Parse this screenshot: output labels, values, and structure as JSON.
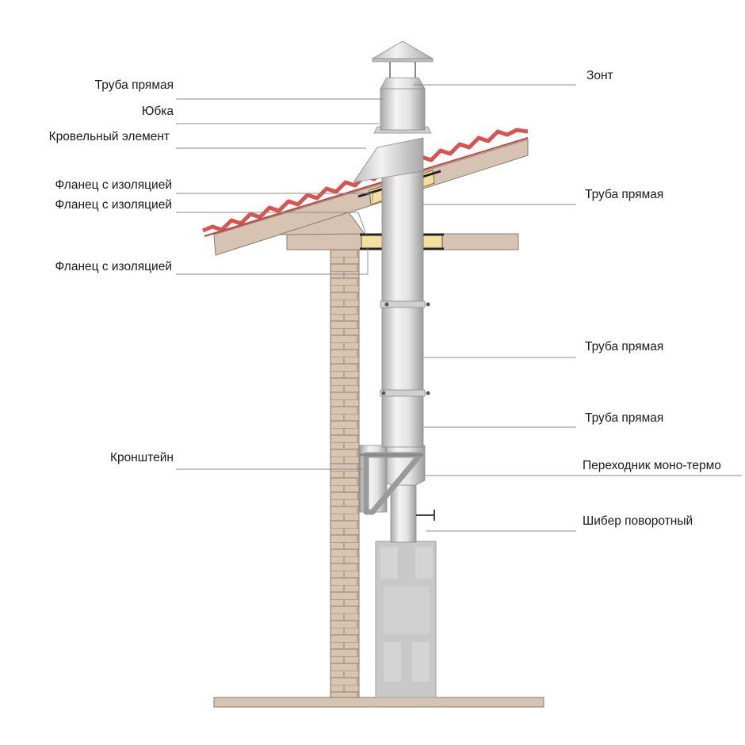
{
  "diagram": {
    "labels_left": [
      "Труба прямая",
      "Юбка",
      "Кровельный элемент",
      "Фланец с изоляцией",
      "Фланец с изоляцией",
      "Фланец с изоляцией",
      "Кронштейн"
    ],
    "labels_right": [
      "Зонт",
      "Труба прямая",
      "Труба прямая",
      "Труба прямая",
      "Переходник моно-термо",
      "Шибер поворотный"
    ],
    "colors": {
      "wood": "#d6c3b1",
      "wood_edge": "#8c7a6a",
      "roof_tile": "#d9534f",
      "brick": "#d8c3b0",
      "brick_mortar": "#a89483",
      "steel_light": "#e6e6e6",
      "steel_dark": "#9a9a9a",
      "insulation": "#f3df9e",
      "stove": "#c8c8c8",
      "leader": "#8a8a8a"
    }
  }
}
